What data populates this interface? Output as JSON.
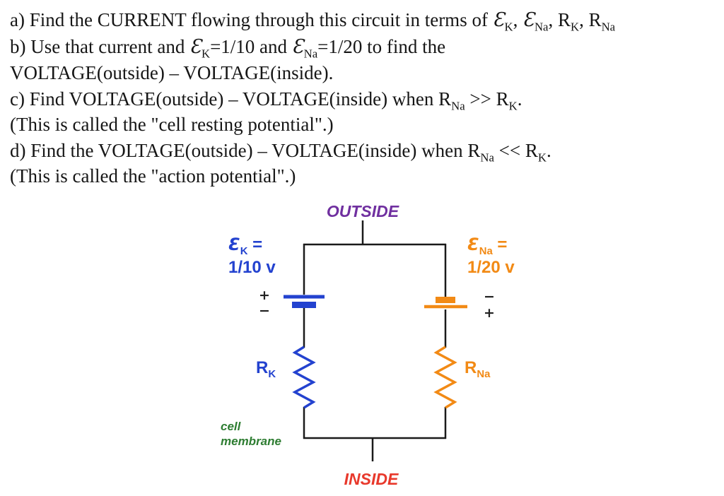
{
  "problem": {
    "lines": [
      [
        {
          "t": "a) Find the CURRENT flowing through this circuit in terms of "
        },
        {
          "t": "Ɛ",
          "cls": "se"
        },
        {
          "t": "K",
          "sub": true
        },
        {
          "t": ", "
        },
        {
          "t": "Ɛ",
          "cls": "se"
        },
        {
          "t": "Na",
          "sub": true
        },
        {
          "t": ", R"
        },
        {
          "t": "K",
          "sub": true
        },
        {
          "t": ", R"
        },
        {
          "t": "Na",
          "sub": true
        }
      ],
      [
        {
          "t": "b) Use that current and "
        },
        {
          "t": "Ɛ",
          "cls": "se"
        },
        {
          "t": "K",
          "sub": true
        },
        {
          "t": "=1/10 and "
        },
        {
          "t": "Ɛ",
          "cls": "se"
        },
        {
          "t": "Na",
          "sub": true
        },
        {
          "t": "=1/20 to find the"
        }
      ],
      [
        {
          "t": "VOLTAGE(outside) – VOLTAGE(inside)."
        }
      ],
      [
        {
          "t": "c) Find VOLTAGE(outside) – VOLTAGE(inside) when R"
        },
        {
          "t": "Na",
          "sub": true
        },
        {
          "t": " >> R"
        },
        {
          "t": "K",
          "sub": true
        },
        {
          "t": "."
        }
      ],
      [
        {
          "t": "(This is called the \"cell resting potential\".)"
        }
      ],
      [
        {
          "t": "d) Find the VOLTAGE(outside) – VOLTAGE(inside) when R"
        },
        {
          "t": "Na",
          "sub": true
        },
        {
          "t": " << R"
        },
        {
          "t": "K",
          "sub": true
        },
        {
          "t": "."
        }
      ],
      [
        {
          "t": "(This is called the \"action potential\".)"
        }
      ]
    ]
  },
  "circuit": {
    "outside_label": "OUTSIDE",
    "inside_label": "INSIDE",
    "cell_membrane": [
      "cell",
      "membrane"
    ],
    "ek_label": [
      {
        "t": "Ɛ",
        "cls": "se-c"
      },
      {
        "t": "K",
        "sub": true
      },
      {
        "t": " ="
      }
    ],
    "ek_value": "1/10 v",
    "ena_label": [
      {
        "t": "Ɛ",
        "cls": "se-c"
      },
      {
        "t": "Na",
        "sub": true
      },
      {
        "t": " ="
      }
    ],
    "ena_value": "1/20 v",
    "rk_label": [
      {
        "t": "R"
      },
      {
        "t": "K",
        "sub": true
      }
    ],
    "rna_label": [
      {
        "t": "R"
      },
      {
        "t": "Na",
        "sub": true
      }
    ],
    "battery_k_plus": "+",
    "battery_k_minus": "−",
    "battery_na_minus": "−",
    "battery_na_plus": "+",
    "colors": {
      "k_blue": "#2342cf",
      "na_orange": "#f28a15",
      "outside_purple": "#7030a0",
      "inside_red": "#e8392c",
      "membrane_green": "#2e7d32",
      "wire": "#1a1a1a"
    }
  }
}
